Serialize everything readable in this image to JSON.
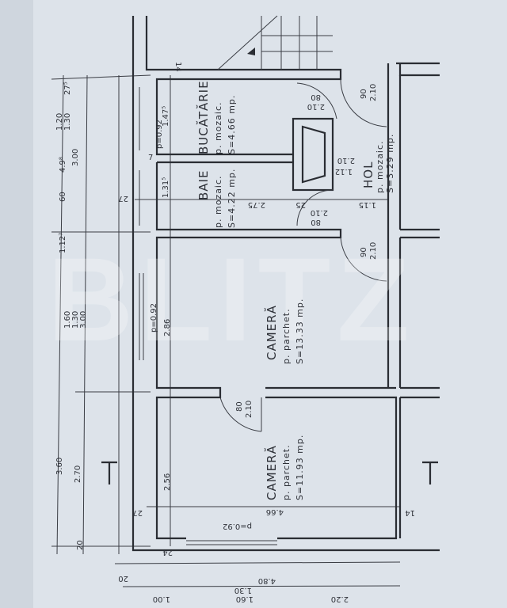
{
  "watermark": "BLITZ",
  "rooms": [
    {
      "name": "BUCĂTĂRIE",
      "floor": "p. mozaic.",
      "area": "S=4.66 mp."
    },
    {
      "name": "BAIE",
      "floor": "p. mozaic.",
      "area": "S=4.22 mp."
    },
    {
      "name": "HOL",
      "floor": "p. mozaic.",
      "area": "S=3.29 mp."
    },
    {
      "name": "CAMERĂ",
      "floor": "p. parchet.",
      "area": "S=13.33 mp."
    },
    {
      "name": "CAMERĂ",
      "floor": "p. parchet.",
      "area": "S=11.93 mp."
    }
  ],
  "doors": [
    {
      "width": "80",
      "height": "2.10"
    },
    {
      "width": "80",
      "height": "2.10"
    },
    {
      "width": "90",
      "height": "2.10"
    },
    {
      "width": "90",
      "height": "2.10"
    },
    {
      "width": "80",
      "height": "2.10"
    },
    {
      "width": "1.12",
      "height": "2.10"
    }
  ],
  "windows": [
    "p=0.92",
    "p=0.92",
    "p=0.92"
  ],
  "dimensions": {
    "left_outer": [
      "3.60",
      "3.00",
      "3.00"
    ],
    "left_mid": [
      "2.70",
      "1.30",
      "1.30"
    ],
    "left_segments": [
      "27⁵",
      "1.20",
      "4.9⁸",
      "60",
      "1.12⁷",
      "1.60",
      "20"
    ],
    "inner": [
      "1.47⁵",
      "1.31⁵",
      "2.86",
      "2.56",
      "2.75",
      "1.15",
      "4.66",
      "25",
      "27",
      "27",
      "24",
      "14",
      "14",
      "7"
    ],
    "bottom": [
      "20",
      "4.80",
      "1.30",
      "1.00",
      "1.60",
      "2.20"
    ]
  }
}
